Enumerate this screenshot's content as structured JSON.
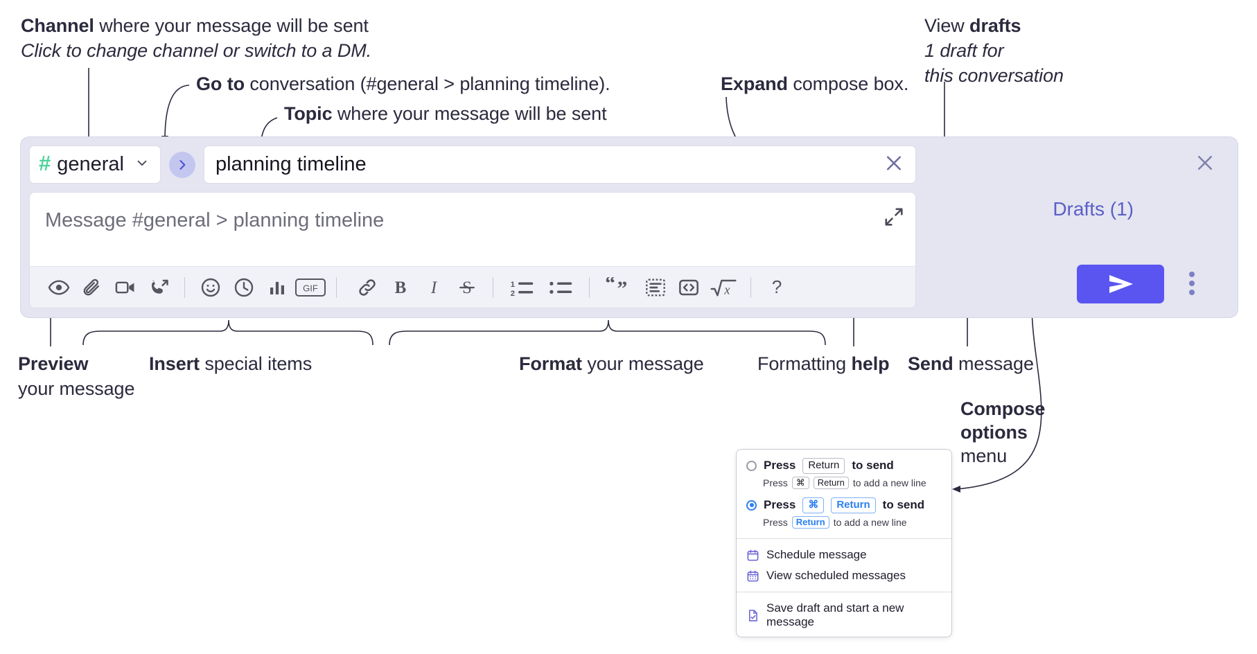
{
  "annotations": {
    "channel": {
      "bold": "Channel",
      "rest": " where your message will be sent",
      "italic": "Click to change channel or switch to a DM."
    },
    "goto": {
      "bold": "Go to",
      "rest": " conversation (#general > planning timeline)."
    },
    "topic": {
      "bold": "Topic",
      "rest": " where your message will be sent"
    },
    "expand": {
      "bold": "Expand",
      "rest": " compose box."
    },
    "drafts": {
      "line1_plain": "View ",
      "line1_bold": "drafts",
      "line2": "1 draft for",
      "line3": "this conversation"
    },
    "preview": {
      "bold": "Preview",
      "line2": "your message"
    },
    "insert": {
      "bold": "Insert",
      "rest": " special items"
    },
    "format": {
      "bold": "Format",
      "rest": " your message"
    },
    "help": {
      "plain": "Formatting ",
      "bold": "help"
    },
    "send": {
      "bold": "Send",
      "rest": " message"
    },
    "compose_options": {
      "line1": "Compose",
      "line2": "options",
      "line3": "menu"
    }
  },
  "compose": {
    "channel_name": "general",
    "channel_hash": "#",
    "goto_icon": "chevron-right-icon",
    "topic_value": "planning timeline",
    "topic_clear_icon": "close-icon",
    "message_placeholder": "Message #general > planning timeline",
    "expand_icon": "expand-icon",
    "close_icon": "close-icon",
    "drafts_label": "Drafts (1)",
    "send_icon": "send-icon",
    "more_icon": "kebab-menu-icon",
    "accent_send": "#5a55f0",
    "accent_drafts": "#5b5fc7",
    "accent_hash": "#4fd39a",
    "panel_bg": "#e4e5f1",
    "toolbar": [
      {
        "name": "preview-icon",
        "title": "Preview"
      },
      {
        "name": "attachment-icon",
        "title": "Attach file"
      },
      {
        "name": "video-icon",
        "title": "Record video clip"
      },
      {
        "name": "audio-call-icon",
        "title": "Record audio clip"
      },
      {
        "name": "separator",
        "title": ""
      },
      {
        "name": "emoji-icon",
        "title": "Emoji"
      },
      {
        "name": "clock-icon",
        "title": "Reminder"
      },
      {
        "name": "poll-icon",
        "title": "Poll"
      },
      {
        "name": "gif-icon",
        "title": "GIF"
      },
      {
        "name": "separator",
        "title": ""
      },
      {
        "name": "link-icon",
        "title": "Link"
      },
      {
        "name": "bold-icon",
        "title": "Bold"
      },
      {
        "name": "italic-icon",
        "title": "Italic"
      },
      {
        "name": "strikethrough-icon",
        "title": "Strikethrough"
      },
      {
        "name": "separator",
        "title": ""
      },
      {
        "name": "ordered-list-icon",
        "title": "Ordered list"
      },
      {
        "name": "bulleted-list-icon",
        "title": "Bulleted list"
      },
      {
        "name": "separator",
        "title": ""
      },
      {
        "name": "blockquote-icon",
        "title": "Blockquote"
      },
      {
        "name": "code-block-icon",
        "title": "Code block"
      },
      {
        "name": "inline-code-icon",
        "title": "Code"
      },
      {
        "name": "math-icon",
        "title": "Math"
      },
      {
        "name": "separator",
        "title": ""
      },
      {
        "name": "help-icon",
        "title": "Formatting help"
      }
    ],
    "gif_label": "GIF",
    "help_label": "?",
    "list_ordered_labels": [
      "1",
      "2"
    ]
  },
  "options_menu": {
    "radio1": {
      "selected": false,
      "pre": "Press",
      "key": "Return",
      "post": "to send",
      "sub_pre": "Press",
      "sub_key1": "⌘",
      "sub_key2": "Return",
      "sub_post": "to add a new line"
    },
    "radio2": {
      "selected": true,
      "pre": "Press",
      "key1": "⌘",
      "key2": "Return",
      "post": "to send",
      "sub_pre": "Press",
      "sub_key": "Return",
      "sub_post": "to add a new line"
    },
    "items": [
      {
        "icon": "calendar-icon",
        "label": "Schedule message"
      },
      {
        "icon": "calendar-list-icon",
        "label": "View scheduled messages"
      },
      {
        "icon": "save-draft-icon",
        "label": "Save draft and start a new message"
      }
    ]
  }
}
